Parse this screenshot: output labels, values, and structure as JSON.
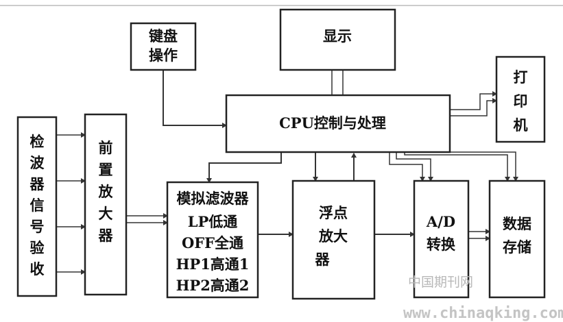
{
  "blocks": {
    "keyboard": [
      "键盘",
      "操作"
    ],
    "display": "显示",
    "printer": [
      "打",
      "印",
      "机"
    ],
    "cpu": "CPU控制与处理",
    "detector": [
      "检",
      "波",
      "器",
      "信",
      "号",
      "验",
      "收"
    ],
    "preamp": [
      "前",
      "置",
      "放",
      "大",
      "器"
    ],
    "filter": [
      "模拟滤波器",
      "LP低通",
      "OFF全通",
      "HP1高通1",
      "HP2高通2"
    ],
    "float_amp": [
      "浮点",
      "放大",
      "器"
    ],
    "adc": [
      "A/D",
      "转换"
    ],
    "storage": [
      "数据",
      "存储"
    ]
  },
  "watermark": {
    "name": "中国期刊网",
    "url": "www.chinaqking.com"
  }
}
